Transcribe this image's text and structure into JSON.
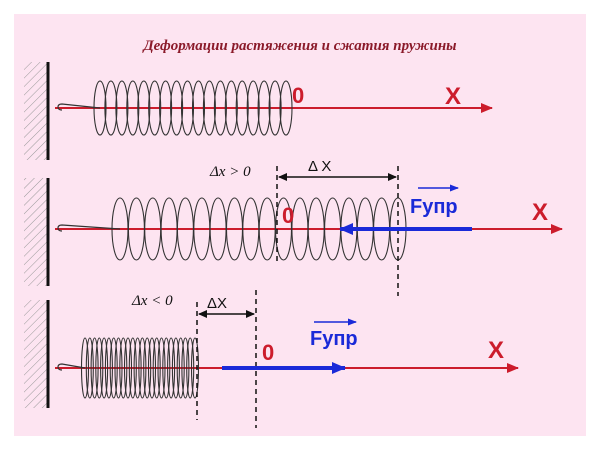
{
  "title": "Деформации растяжения и сжатия пружины",
  "panels": [
    {
      "origin_label": "0",
      "axis_label": "X"
    },
    {
      "condition_label": "Δx > 0",
      "delta_label": "Δ X",
      "origin_label": "0",
      "axis_label": "X",
      "force_label": "Fупр"
    },
    {
      "condition_label": "Δx < 0",
      "delta_label": "ΔX",
      "origin_label": "0",
      "axis_label": "X",
      "force_label": "Fупр"
    }
  ],
  "colors": {
    "background": "#fde4f1",
    "title": "#8b1a2a",
    "axis": "#cc1c2c",
    "force": "#1a2ad8",
    "spring": "#333333",
    "wall": "#111111"
  }
}
